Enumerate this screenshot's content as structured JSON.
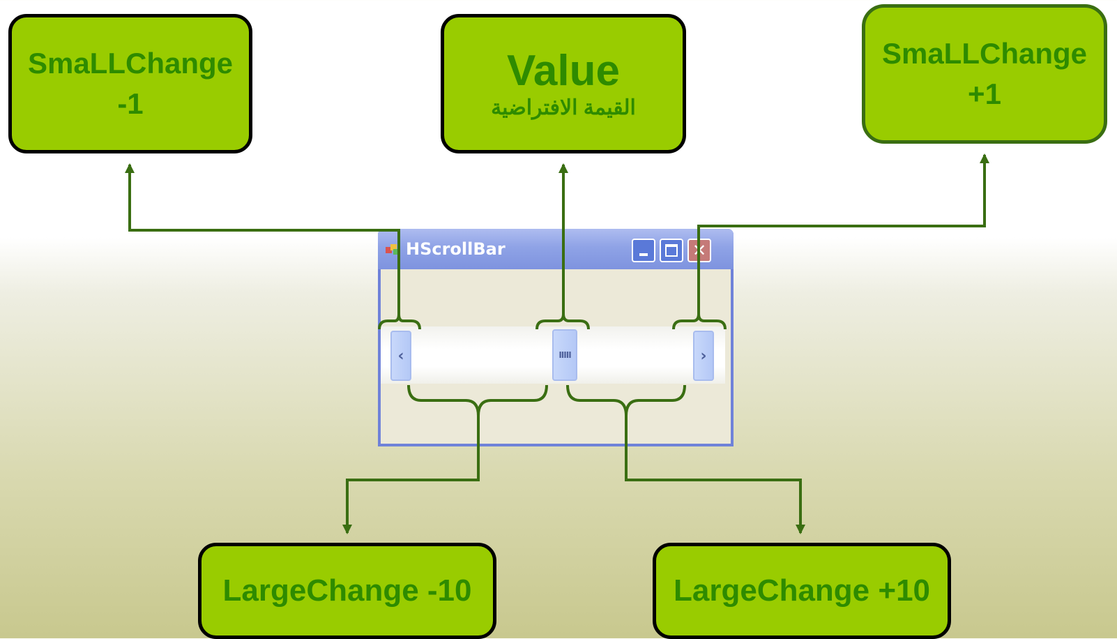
{
  "boxes": {
    "small_left": {
      "line1": "SmaLLChange",
      "line2": "-1"
    },
    "value": {
      "line1": "Value",
      "line2": "القيمة الافتراضية"
    },
    "small_right": {
      "line1": "SmaLLChange",
      "line2": "+1"
    },
    "large_left": {
      "line1": "LargeChange -10"
    },
    "large_right": {
      "line1": "LargeChange +10"
    }
  },
  "window": {
    "title": "HScrollBar",
    "left_arrow": "‹",
    "right_arrow": "›",
    "thumb_grip": "IIIII",
    "close_glyph": "✕"
  },
  "colors": {
    "box_fill": "#99cc00",
    "box_text": "#2e8b00",
    "connector": "#3a6e12"
  }
}
